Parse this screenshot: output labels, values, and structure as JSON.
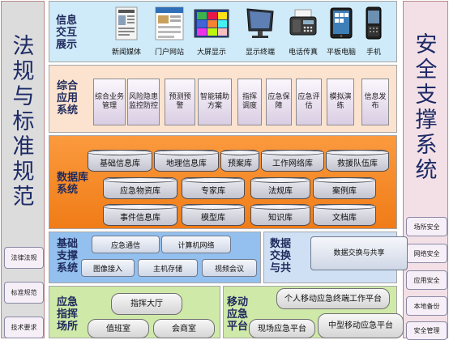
{
  "left_panel": {
    "title": "法规与标准规范",
    "buttons": [
      "法律法规",
      "标准规范",
      "技术要求"
    ]
  },
  "right_panel": {
    "title": "安全支撑系统",
    "buttons": [
      "场所安全",
      "网络安全",
      "应用安全",
      "本地备份",
      "安全管理"
    ]
  },
  "info_display": {
    "title": "信息交互展示",
    "items": [
      {
        "label": "新闻媒体",
        "icon": "newspaper-icon"
      },
      {
        "label": "门户网站",
        "icon": "web-portal-icon"
      },
      {
        "label": "大屏显示",
        "icon": "big-screen-icon"
      },
      {
        "label": "显示终端",
        "icon": "monitor-icon"
      },
      {
        "label": "电话传真",
        "icon": "fax-phone-icon"
      },
      {
        "label": "平板电脑",
        "icon": "tablet-icon"
      },
      {
        "label": "手机",
        "icon": "mobile-phone-icon"
      }
    ]
  },
  "integrated_apps": {
    "title": "综合应用系统",
    "items": [
      "综合业务管理",
      "风险隐患监控防控",
      "预测预警",
      "智能辅助方案",
      "指挥调度",
      "应急保障",
      "应急评估",
      "模拟演练",
      "信息发布"
    ]
  },
  "database": {
    "title": "数据库系统",
    "row1": [
      "基础信息库",
      "地理信息库",
      "预案库",
      "工作网络库",
      "救援队伍库"
    ],
    "row2": [
      "应急物资库",
      "专家库",
      "法规库",
      "案例库"
    ],
    "row3": [
      "事件信息库",
      "模型库",
      "知识库",
      "文档库"
    ]
  },
  "infrastructure": {
    "title": "基础支撑系统",
    "row1": [
      "应急通信",
      "计算机网络"
    ],
    "row2": [
      "图像接入",
      "主机存储",
      "视频会议"
    ]
  },
  "data_exchange": {
    "title": "数据交换与共享",
    "item": "数据交换与共享"
  },
  "command_venue": {
    "title": "应急指挥场所",
    "items": [
      "指挥大厅",
      "值班室",
      "会商室"
    ]
  },
  "mobile_platform": {
    "title": "移动应急平台",
    "items": [
      "个人移动应急终端工作平台",
      "现场应急平台",
      "中型移动应急平台"
    ]
  },
  "colors": {
    "info_band": "#cfeaf8",
    "apps_band": "#fbe3cf",
    "db_band": "#f68a2a",
    "infra_band": "#93c0ee",
    "exchange_band": "#cfe0f5",
    "green_band": "#cfe9a9",
    "title_text": "#1d2a66"
  }
}
